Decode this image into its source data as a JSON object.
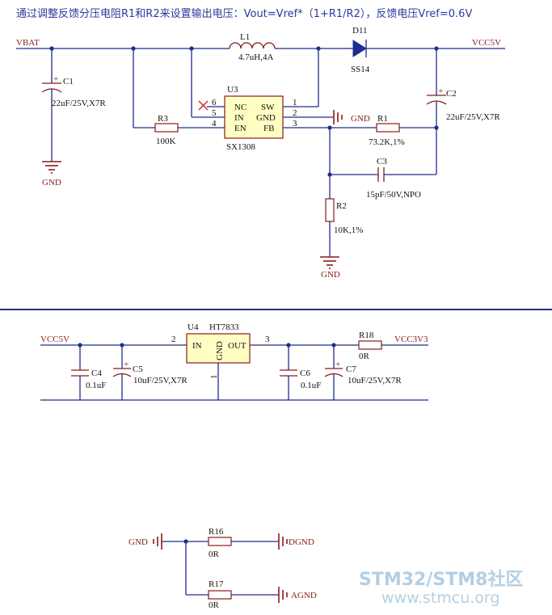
{
  "note": "通过调整反馈分压电阻R1和R2来设置输出电压：Vout=Vref*（1+R1/R2），反馈电压Vref=0.6V",
  "nets": {
    "vbat": "VBAT",
    "vcc5v_top": "VCC5V",
    "vcc5v_in": "VCC5V",
    "vcc3v3": "VCC3V3",
    "gnd": "GND",
    "dgnd": "DGND",
    "agnd": "AGND"
  },
  "u3": {
    "ref": "U3",
    "name": "SX1308",
    "pins": {
      "nc": "NC",
      "in": "IN",
      "en": "EN",
      "sw": "SW",
      "gnd": "GND",
      "fb": "FB"
    },
    "pin_numbers": {
      "p6": "6",
      "p5": "5",
      "p4": "4",
      "p1": "1",
      "p2": "2",
      "p3": "3"
    }
  },
  "u4": {
    "ref": "U4",
    "name": "HT7833",
    "pins": {
      "in": "IN",
      "gnd": "GND",
      "out": "OUT"
    },
    "pin_numbers": {
      "p2": "2",
      "p3": "3",
      "p1": "1"
    }
  },
  "components": {
    "l1": {
      "ref": "L1",
      "value": "4.7uH,4A"
    },
    "d11": {
      "ref": "D11",
      "value": "SS14"
    },
    "c1": {
      "ref": "C1",
      "value": "22uF/25V,X7R"
    },
    "c2": {
      "ref": "C2",
      "value": "22uF/25V,X7R"
    },
    "c3": {
      "ref": "C3",
      "value": "15pF/50V,NPO"
    },
    "r1": {
      "ref": "R1",
      "value": "73.2K,1%"
    },
    "r2": {
      "ref": "R2",
      "value": "10K,1%"
    },
    "r3": {
      "ref": "R3",
      "value": "100K"
    },
    "c4": {
      "ref": "C4",
      "value": "0.1uF"
    },
    "c5": {
      "ref": "C5",
      "value": "10uF/25V,X7R"
    },
    "c6": {
      "ref": "C6",
      "value": "0.1uF"
    },
    "c7": {
      "ref": "C7",
      "value": "10uF/25V,X7R"
    },
    "r18": {
      "ref": "R18",
      "value": "0R"
    },
    "r16": {
      "ref": "R16",
      "value": "0R"
    },
    "r17": {
      "ref": "R17",
      "value": "0R"
    }
  },
  "plus_sign": "+",
  "watermark": {
    "line1a": "STM32/",
    "line1b": "STM8",
    "line1c": "社区",
    "line2": "www.stmcu.org"
  },
  "colors": {
    "wire": "#1f2e8a",
    "component": "#8a1a1a",
    "ic_fill": "#ffffc4",
    "note": "#2b3a9c",
    "watermark": "#b3cfe3"
  }
}
